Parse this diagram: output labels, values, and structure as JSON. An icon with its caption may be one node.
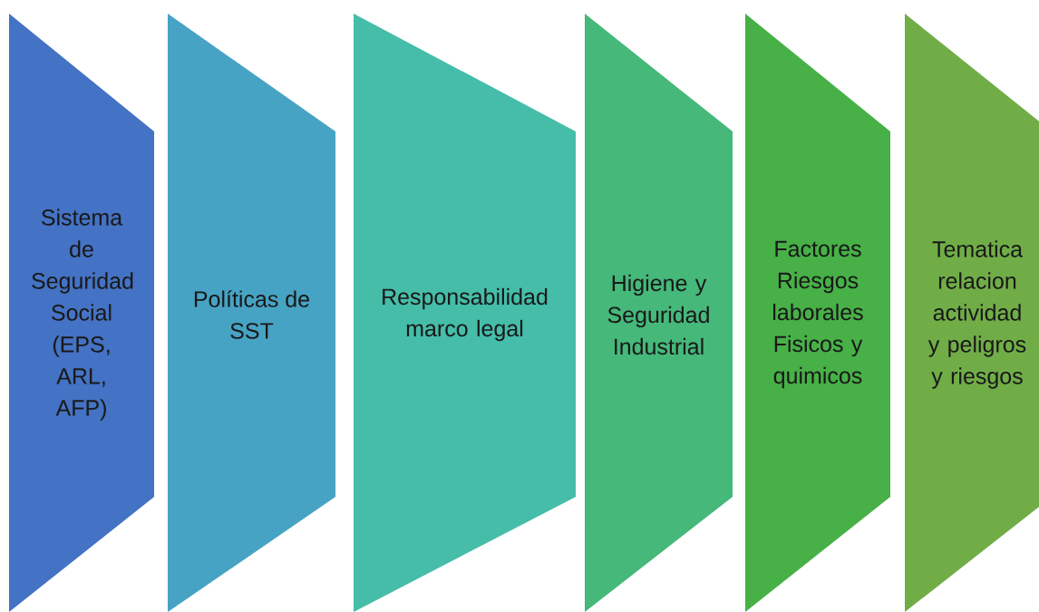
{
  "diagram": {
    "nodes": [
      {
        "text": [
          "Sistema de Seguridad Social (EPS, ARL, AFP)"
        ]
      },
      {
        "text": [
          "Políticas de SST"
        ]
      },
      {
        "text": [
          "Responsabilidad marco legal"
        ]
      },
      {
        "text": [
          "Higiene y Seguridad Industrial"
        ]
      },
      {
        "text": [
          "Factores Riesgos laborales Fisicos y quimicos"
        ]
      },
      {
        "text": [
          "Tematica relacion actividad y peligros y riesgos"
        ]
      }
    ]
  }
}
